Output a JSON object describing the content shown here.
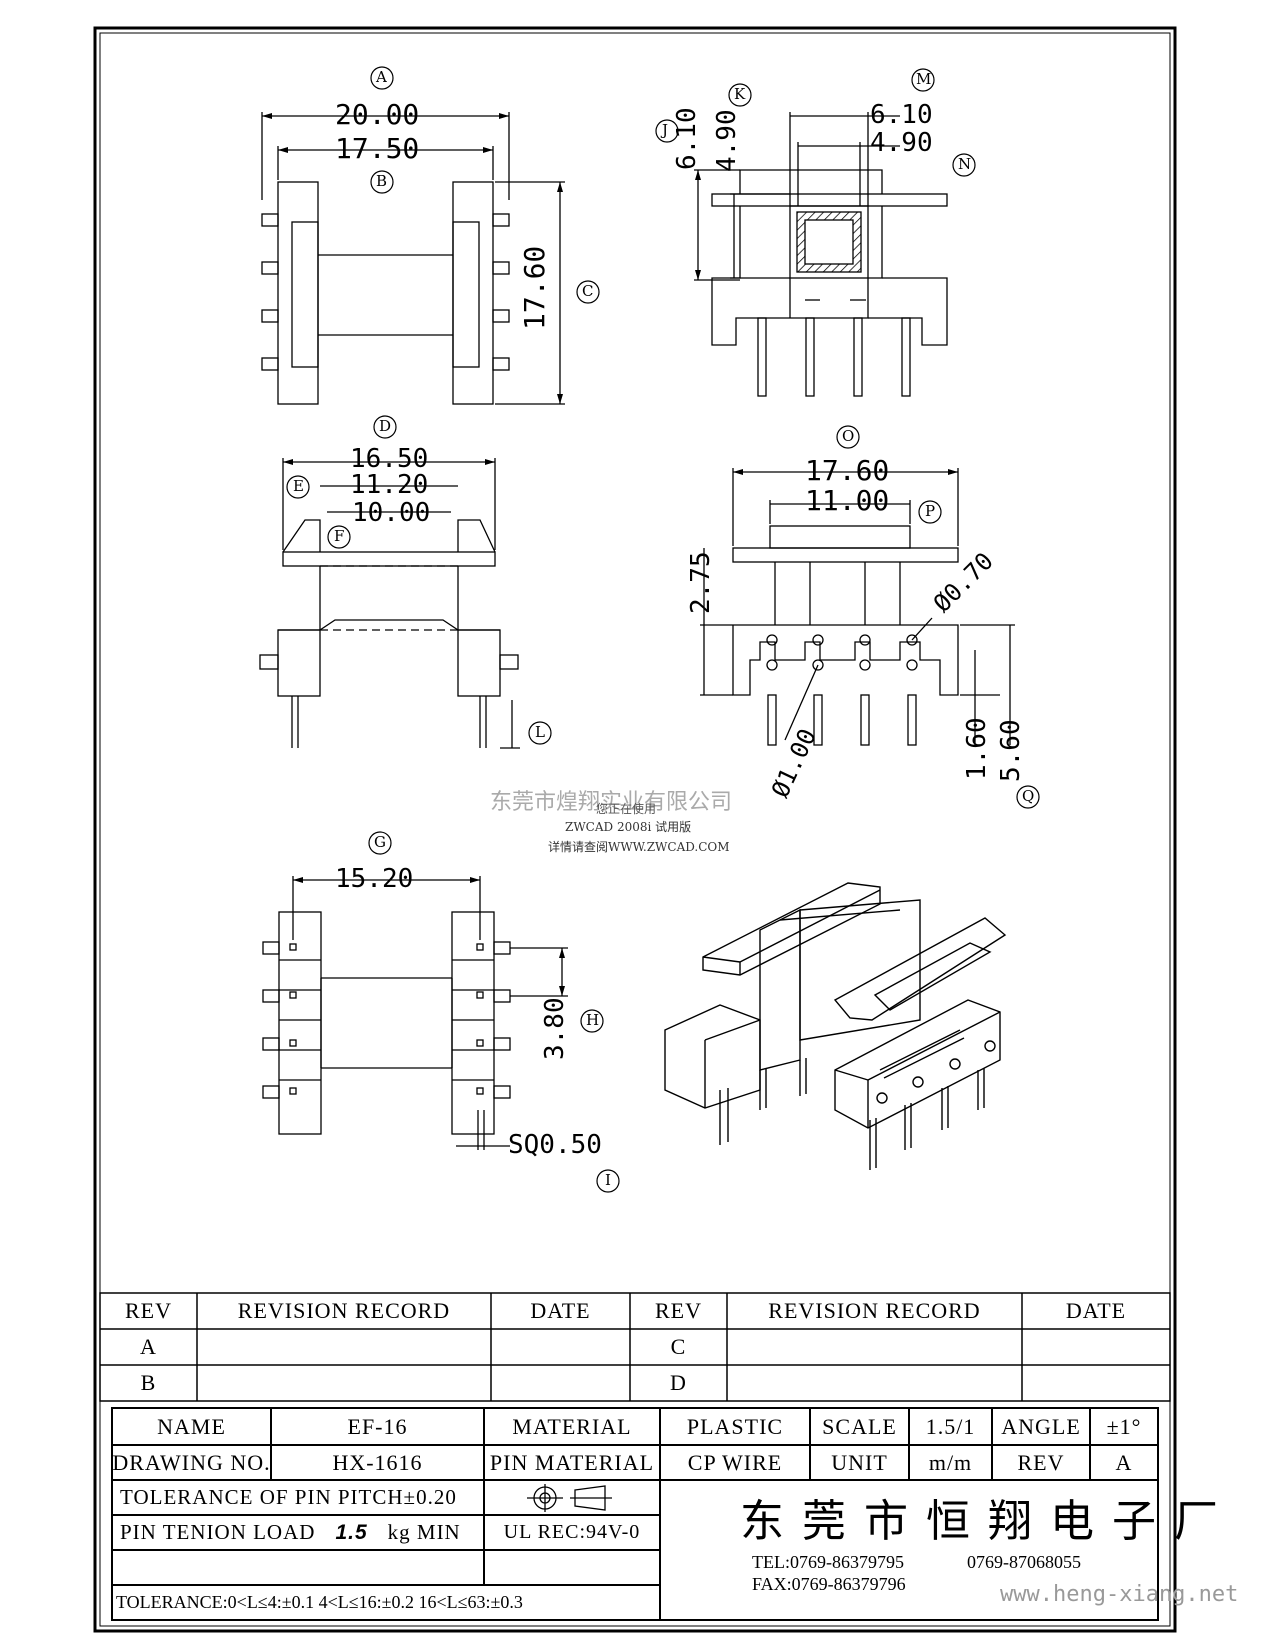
{
  "dimensions": {
    "A": "20.00",
    "B": "17.50",
    "C": "17.60",
    "J": "6.10",
    "K": "4.90",
    "M": "6.10",
    "N": "4.90",
    "D": "16.50",
    "E": "11.20",
    "F": "10.00",
    "O": "17.60",
    "P": "11.00",
    "h275": "2.75",
    "dia070": "Ø0.70",
    "dia100": "Ø1.00",
    "d160": "1.60",
    "d560": "5.60",
    "G": "15.20",
    "H": "3.80",
    "I": "SQ0.50"
  },
  "callouts": [
    "A",
    "B",
    "C",
    "D",
    "E",
    "F",
    "G",
    "H",
    "I",
    "J",
    "K",
    "L",
    "M",
    "N",
    "O",
    "P",
    "Q"
  ],
  "watermark": {
    "company": "东莞市煌翔实业有限公司",
    "line1": "您正在使用",
    "line2": "ZWCAD 2008i 试用版",
    "line3": "详情请查阅WWW.ZWCAD.COM",
    "site": "www.heng-xiang.net"
  },
  "revision_table": {
    "headers": [
      "REV",
      "REVISION RECORD",
      "DATE",
      "REV",
      "REVISION RECORD",
      "DATE"
    ],
    "rows": [
      [
        "A",
        "",
        "",
        "C",
        "",
        ""
      ],
      [
        "B",
        "",
        "",
        "D",
        "",
        ""
      ]
    ]
  },
  "title_block": {
    "name_label": "NAME",
    "name_value": "EF-16",
    "material_label": "MATERIAL",
    "material_value": "PLASTIC",
    "scale_label": "SCALE",
    "scale_value": "1.5/1",
    "angle_label": "ANGLE",
    "angle_value": "±1°",
    "drawing_no_label": "DRAWING NO.",
    "drawing_no_value": "HX-1616",
    "pin_material_label": "PIN MATERIAL",
    "pin_material_value": "CP WIRE",
    "unit_label": "UNIT",
    "unit_value": "m/m",
    "rev_label": "REV",
    "rev_value": "A",
    "pitch_tolerance": "TOLERANCE OF PIN PITCH±0.20",
    "pin_tension_label": "PIN TENION LOAD",
    "pin_tension_value": "1.5",
    "pin_tension_unit": "kg MIN",
    "ul": "UL REC:94V-0",
    "tolerance": "TOLERANCE:0<L≤4:±0.1  4<L≤16:±0.2  16<L≤63:±0.3",
    "company": "东莞市恒翔电子厂",
    "tel": "TEL:0769-86379795",
    "tel2": "0769-87068055",
    "fax": "FAX:0769-86379796"
  }
}
